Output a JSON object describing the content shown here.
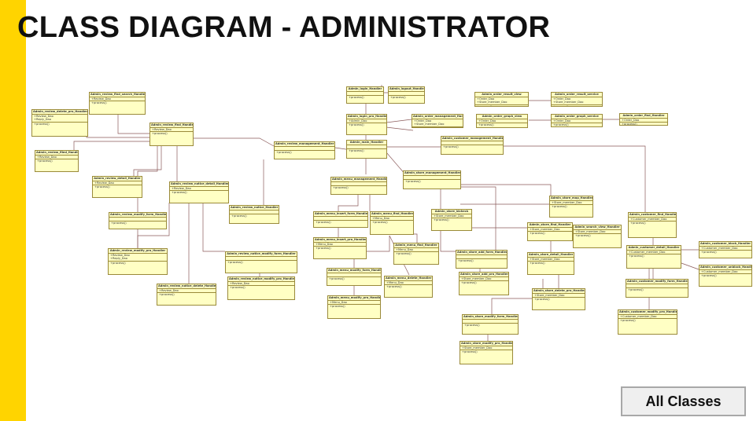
{
  "slide": {
    "title": "CLASS DIAGRAM - ADMINISTRATOR",
    "button_label": "All Classes",
    "accent_color": "#FFD400"
  },
  "classes": [
    {
      "id": "c1",
      "name": "Admin_review_find_search_Handler",
      "attrs": [
        "+Review_Dao"
      ],
      "ops": [
        "+process()"
      ]
    },
    {
      "id": "c2",
      "name": "Admin_review_delete_pro_Handler",
      "attrs": [
        "+Review_Dao",
        "+Reply_Dao"
      ],
      "ops": [
        "+process()"
      ]
    },
    {
      "id": "c3",
      "name": "Admin_review_find_Handler",
      "attrs": [
        "+Review_Dao"
      ],
      "ops": [
        "+process()"
      ]
    },
    {
      "id": "c4",
      "name": "Admin_review_filed_Handler",
      "attrs": [
        "+Review_Dao"
      ],
      "ops": [
        "+process()"
      ]
    },
    {
      "id": "c5",
      "name": "Admin_review_detail_Handler",
      "attrs": [
        "+Review_Dao"
      ],
      "ops": [
        "+process()"
      ]
    },
    {
      "id": "c6",
      "name": "Admin_review_notice_detail_Handler",
      "attrs": [
        "+Review_Dao"
      ],
      "ops": [
        "+process()"
      ]
    },
    {
      "id": "c7",
      "name": "Admin_review_notice_Handler",
      "attrs": [],
      "ops": [
        "+process()"
      ]
    },
    {
      "id": "c8",
      "name": "Admin_review_modify_form_Handler",
      "attrs": [],
      "ops": [
        "+process()"
      ]
    },
    {
      "id": "c9",
      "name": "Admin_review_modify_pro_Handler",
      "attrs": [
        "+Review_Dao",
        "+Reply_Dao"
      ],
      "ops": [
        "+process()"
      ]
    },
    {
      "id": "c10",
      "name": "Admin_review_notice_modify_form_Handler",
      "attrs": [],
      "ops": [
        "+process()"
      ]
    },
    {
      "id": "c11",
      "name": "Admin_review_notice_modify_pro_Handler",
      "attrs": [
        "+Review_Dao"
      ],
      "ops": [
        "+process()"
      ]
    },
    {
      "id": "c12",
      "name": "Admin_review_notice_delete_Handler",
      "attrs": [
        "+Review_Dao"
      ],
      "ops": [
        "+process()"
      ]
    },
    {
      "id": "c13",
      "name": "Admin_review_management_Handler",
      "attrs": [],
      "ops": [
        "+process()"
      ]
    },
    {
      "id": "c14",
      "name": "Admin_login_Handler",
      "attrs": [],
      "ops": [
        "+process()"
      ]
    },
    {
      "id": "c15",
      "name": "Admin_logout_Handler",
      "attrs": [],
      "ops": [
        "+process()"
      ]
    },
    {
      "id": "c16",
      "name": "Admin_login_pro_Handler",
      "attrs": [
        "+Admin_Dao"
      ],
      "ops": [
        "+process()"
      ]
    },
    {
      "id": "c17",
      "name": "Admin_main_Handler",
      "attrs": [],
      "ops": [
        "+process()"
      ]
    },
    {
      "id": "c18",
      "name": "Admin_menu_management_Handler",
      "attrs": [],
      "ops": [
        "+process()"
      ]
    },
    {
      "id": "c19",
      "name": "Admin_store_management_Handler",
      "attrs": [],
      "ops": [
        "+process()"
      ]
    },
    {
      "id": "c20",
      "name": "Admin_customer_management_Handler",
      "attrs": [],
      "ops": [
        "+process()"
      ]
    },
    {
      "id": "c21",
      "name": "Admin_menu_insert_form_Handler",
      "attrs": [],
      "ops": [
        "+process()"
      ]
    },
    {
      "id": "c22",
      "name": "Admin_menu_find_Handler",
      "attrs": [
        "+Menu_Dao"
      ],
      "ops": [
        "+process()"
      ]
    },
    {
      "id": "c23",
      "name": "Admin_menu_insert_pro_Handler",
      "attrs": [
        "+Menu_Dao"
      ],
      "ops": [
        "+process()"
      ]
    },
    {
      "id": "c24",
      "name": "Admin_menu_find_Handler",
      "attrs": [
        "+Menu_Dao"
      ],
      "ops": [
        "+process()"
      ]
    },
    {
      "id": "c25",
      "name": "Admin_menu_modify_form_Handler",
      "attrs": [],
      "ops": [
        "+process()"
      ]
    },
    {
      "id": "c26",
      "name": "Admin_menu_delete_Handler",
      "attrs": [
        "+Menu_Dao"
      ],
      "ops": [
        "+process()"
      ]
    },
    {
      "id": "c27",
      "name": "Admin_menu_modify_pro_Handler",
      "attrs": [
        "+Menu_Dao"
      ],
      "ops": [
        "+process()"
      ]
    },
    {
      "id": "c28",
      "name": "Admin_store_idcheck",
      "attrs": [
        "+Store_member_Dao"
      ],
      "ops": [
        "+process()"
      ]
    },
    {
      "id": "c29",
      "name": "Admin_store_add_form_Handler",
      "attrs": [],
      "ops": [
        "+process()"
      ]
    },
    {
      "id": "c30",
      "name": "Admin_store_add_pro_Handler",
      "attrs": [
        "+Store_member_Dao"
      ],
      "ops": [
        "+process()"
      ]
    },
    {
      "id": "c31",
      "name": "Admin_store_find_Handler",
      "attrs": [
        "+Store_member_Dao"
      ],
      "ops": [
        "+process()"
      ]
    },
    {
      "id": "c32",
      "name": "Admin_search_view_Handler",
      "attrs": [
        "+Store_member_Dao"
      ],
      "ops": [
        "+process()"
      ]
    },
    {
      "id": "c33",
      "name": "Admin_store_map_Handler",
      "attrs": [
        "+Store_member_Dao"
      ],
      "ops": [
        "+process()"
      ]
    },
    {
      "id": "c34",
      "name": "Admin_store_detail_Handler",
      "attrs": [
        "+Store_member_Dao"
      ],
      "ops": [
        "+process()"
      ]
    },
    {
      "id": "c35",
      "name": "Admin_store_delete_pro_Handler",
      "attrs": [
        "+Store_member_Dao"
      ],
      "ops": [
        "+process()"
      ]
    },
    {
      "id": "c36",
      "name": "Admin_store_modify_form_Handler",
      "attrs": [],
      "ops": [
        "+process()"
      ]
    },
    {
      "id": "c37",
      "name": "Admin_store_modify_pro_Handler",
      "attrs": [
        "+Store_member_Dao"
      ],
      "ops": [
        "+process()"
      ]
    },
    {
      "id": "c38",
      "name": "Admin_customer_find_Handler",
      "attrs": [
        "+Customer_member_Dao"
      ],
      "ops": [
        "+process()"
      ]
    },
    {
      "id": "c39",
      "name": "Admin_customer_detail_Handler",
      "attrs": [
        "+Customer_member_Dao"
      ],
      "ops": [
        "+process()"
      ]
    },
    {
      "id": "c40",
      "name": "Admin_customer_block_Handler",
      "attrs": [
        "+Customer_member_Dao"
      ],
      "ops": [
        "+process()"
      ]
    },
    {
      "id": "c41",
      "name": "Admin_customer_unblock_Handler",
      "attrs": [
        "+Customer_member_Dao"
      ],
      "ops": [
        "+process()"
      ]
    },
    {
      "id": "c42",
      "name": "Admin_customer_modify_form_Handler",
      "attrs": [],
      "ops": [
        "+process()"
      ]
    },
    {
      "id": "c43",
      "name": "Admin_customer_modify_pro_Handler",
      "attrs": [
        "+Customer_member_Dao"
      ],
      "ops": [
        "+process()"
      ]
    },
    {
      "id": "c44",
      "name": "Admin_order_management_Handler",
      "attrs": [
        "+Order_Dao",
        "+Store_member_Dao"
      ],
      "ops": [
        "+process()"
      ]
    },
    {
      "id": "c45",
      "name": "Admin_order_graph_view",
      "attrs": [
        "+Order_Dao"
      ],
      "ops": [
        "+process()"
      ]
    },
    {
      "id": "c46",
      "name": "Admin_order_result_view",
      "attrs": [
        "+Order_Dao",
        "+Store_member_Dao"
      ],
      "ops": [
        "+process()"
      ]
    },
    {
      "id": "c47",
      "name": "Admin_order_result_service",
      "attrs": [
        "+Order_Dao",
        "+Store_member_Dao"
      ],
      "ops": [
        "+process()"
      ]
    },
    {
      "id": "c48",
      "name": "Admin_order_graph_service",
      "attrs": [
        "+Order_Dao"
      ],
      "ops": [
        "+process()"
      ]
    },
    {
      "id": "c49",
      "name": "Admin_order_find_Handler",
      "attrs": [
        "+Order_Dao"
      ],
      "ops": [
        "+process()"
      ]
    }
  ]
}
